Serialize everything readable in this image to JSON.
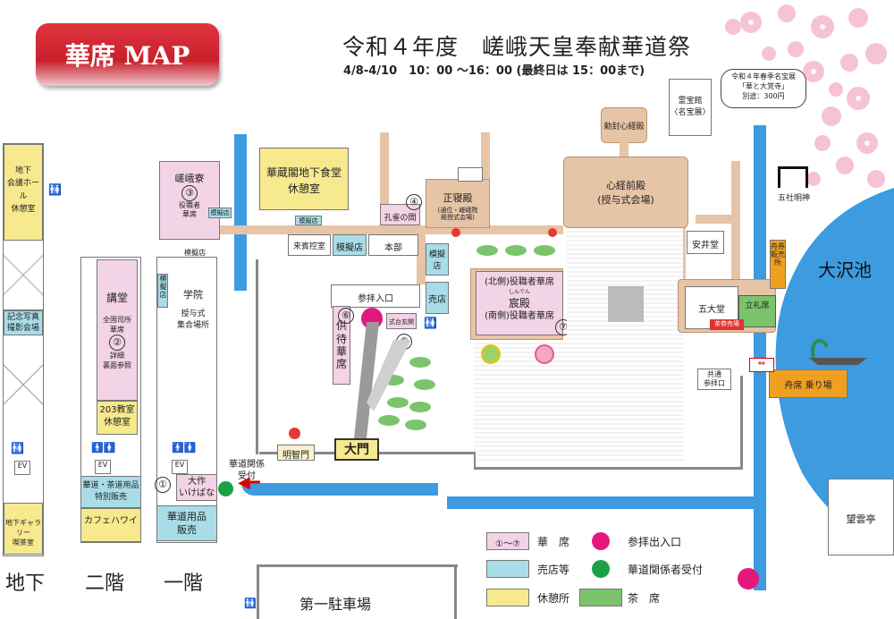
{
  "header": {
    "badge": "華席 MAP",
    "title": "令和４年度　嵯峨天皇奉献華道祭",
    "dates": "4/8-4/10　10：00 〜16：00 (最終日は 15：00まで)"
  },
  "treasure_note": {
    "line1": "令和４年春季名宝展",
    "line2": "「華と大覚寺」",
    "line3": "別途：300円"
  },
  "buildings": {
    "reihoukan": "霊宝館\n〈名宝展〉",
    "chokufu": "勅封心経殿",
    "shingyo": "心経前殿\n(授与式会場)",
    "shoshin": "正寝殿",
    "shoshin_sub": "(通位・嵯峨院\n殿授式会場)",
    "kujaku": "孔雀の間",
    "kazo": "華蔵閣地下食堂\n休憩室",
    "mogiten": "模擬店",
    "raihinhikae": "来賓控室",
    "honbu": "本部",
    "uriba": "売店",
    "sanpai": "参拝入口",
    "shikidai": "式台玄関",
    "kyoji": "供\n待\n華\n席",
    "shinden": "宸殿",
    "shinden_ruby": "しんでん",
    "shinden_n": "(北側)役職者華席",
    "shinden_s": "(南側)役職者華席",
    "anseido": "安井堂",
    "godaido": "五大堂",
    "ryurei": "立礼席",
    "sakenbai": "茶券売場",
    "kyotsu": "共通\n参拝口",
    "funasen": "舟券\n販売所",
    "funaseki": "舟席 乗り場",
    "osawa": "大沢池",
    "gosha": "五社明神",
    "boundo": "望雲亭",
    "omon": "大門",
    "meichi": "明智門",
    "parking": "第一駐車場",
    "kado_uke": "華道関係\n受付",
    "sagaryo": "嵯峨寮",
    "sagaryo_sub": "役職者\n華席",
    "gakuin": "学院",
    "gakuin_sub": "授与式\n集合場所",
    "kodo": "講堂",
    "kodo_sub": "全国司所\n華席",
    "kodo_sub2": "詳細\n裏面参照",
    "kyoshitsu": "203教室\n休憩室",
    "kado_tokubetsu": "華道・茶道用品\n特別販売",
    "cafe": "カフェハワイ",
    "chika_hall": "地下\n会議ホール\n休憩室",
    "kinen": "記念写真\n撮影会場",
    "gallery": "地下ギャラリー\n喫茶室",
    "daisaku": "大作\nいけばな",
    "kado_yohin": "華道用品\n販売",
    "mogi_small": "模擬店"
  },
  "numbers": [
    "①",
    "②",
    "③",
    "④",
    "⑤",
    "⑥",
    "⑦"
  ],
  "floors": {
    "b1": "地下",
    "f2": "二階",
    "f1": "一階"
  },
  "ev": "EV",
  "legend": {
    "hanaseki_key": "①〜⑦",
    "hanaseki": "華　席",
    "sanpai": "参拝出入口",
    "shop": "売店等",
    "kado": "華道関係者受付",
    "rest": "休憩所",
    "tea": "茶　席"
  },
  "colors": {
    "water": "#3d9be0",
    "path": "#e6c4a6",
    "hanaseki": "#f3d3e6",
    "shop": "#a8dde8",
    "rest": "#f6e98e",
    "tea": "#7cc46c",
    "entrance": "#e4177f",
    "reception": "#1aa148",
    "badge": "#d02530"
  }
}
